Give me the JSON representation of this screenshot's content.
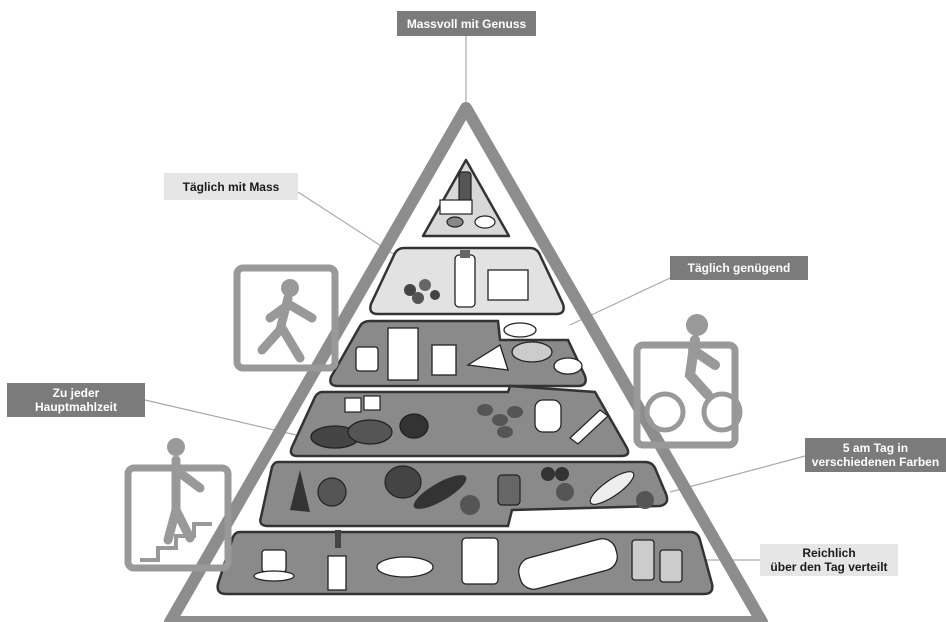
{
  "labels": {
    "top": "Massvoll mit Genuss",
    "level5": "Täglich mit Mass",
    "level4": "Täglich genügend",
    "level3_line1": "Zu jeder",
    "level3_line2": "Hauptmahlzeit",
    "level2_line1": "5 am Tag in",
    "level2_line2": "verschiedenen Farben",
    "level1_line1": "Reichlich",
    "level1_line2": "über den Tag verteilt"
  },
  "colors": {
    "dark_label": "#7b7b7b",
    "light_label": "#e6e6e6",
    "tier_fill": "#8a8a8a",
    "tier_light_fill": "#e2e2e2",
    "outline": "#555555"
  },
  "icons": [
    "runner-icon",
    "cyclist-icon",
    "stairs-climber-icon"
  ]
}
